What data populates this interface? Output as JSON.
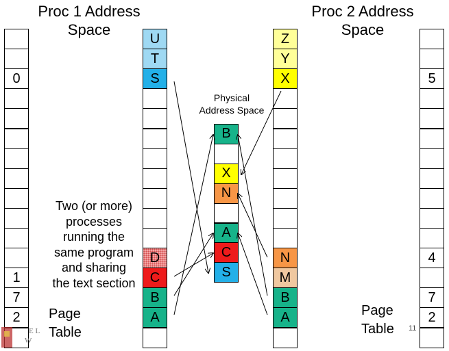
{
  "titles": {
    "proc1": "Proc 1 Address\nSpace",
    "proc2": "Proc 2 Address\nSpace",
    "physical": "Physical\nAddress Space"
  },
  "description": "Two (or more)\nprocesses\nrunning the\nsame program\nand sharing\nthe text section",
  "page_table_label": "Page\nTable",
  "slide_number": "11",
  "colors": {
    "teal": "#17b38a",
    "red": "#ee1b1b",
    "orange": "#f79646",
    "yellow": "#ffff00",
    "light_yellow": "#ffff99",
    "sky": "#23b0e8",
    "light_sky": "#9fd9f3",
    "pink_dotted": "#f4a3a3",
    "tan": "#f0c8a0"
  },
  "proc1_pt": [
    "",
    "",
    "0",
    "",
    "",
    "",
    "",
    "",
    "",
    "",
    "",
    "",
    "1",
    "7",
    "2",
    ""
  ],
  "proc2_pt": [
    "",
    "",
    "5",
    "",
    "",
    "",
    "",
    "",
    "",
    "",
    "",
    "4",
    "",
    "7",
    "2",
    ""
  ],
  "proc1_as": [
    {
      "label": "U",
      "color": "light_sky"
    },
    {
      "label": "T",
      "color": "light_sky"
    },
    {
      "label": "S",
      "color": "sky"
    },
    {
      "label": "",
      "color": ""
    },
    {
      "label": "",
      "color": ""
    },
    {
      "label": "",
      "color": ""
    },
    {
      "label": "",
      "color": ""
    },
    {
      "label": "",
      "color": ""
    },
    {
      "label": "",
      "color": ""
    },
    {
      "label": "",
      "color": ""
    },
    {
      "label": "",
      "color": ""
    },
    {
      "label": "D",
      "color": "pink_dotted"
    },
    {
      "label": "C",
      "color": "red"
    },
    {
      "label": "B",
      "color": "teal"
    },
    {
      "label": "A",
      "color": "teal"
    },
    {
      "label": "",
      "color": ""
    }
  ],
  "proc2_as": [
    {
      "label": "Z",
      "color": "light_yellow"
    },
    {
      "label": "Y",
      "color": "light_yellow"
    },
    {
      "label": "X",
      "color": "yellow"
    },
    {
      "label": "",
      "color": ""
    },
    {
      "label": "",
      "color": ""
    },
    {
      "label": "",
      "color": ""
    },
    {
      "label": "",
      "color": ""
    },
    {
      "label": "",
      "color": ""
    },
    {
      "label": "",
      "color": ""
    },
    {
      "label": "",
      "color": ""
    },
    {
      "label": "",
      "color": ""
    },
    {
      "label": "N",
      "color": "orange"
    },
    {
      "label": "M",
      "color": "tan"
    },
    {
      "label": "B",
      "color": "teal"
    },
    {
      "label": "A",
      "color": "teal"
    },
    {
      "label": "",
      "color": ""
    }
  ],
  "physical": [
    {
      "label": "B",
      "color": "teal"
    },
    {
      "label": "",
      "color": ""
    },
    {
      "label": "X",
      "color": "yellow"
    },
    {
      "label": "N",
      "color": "orange"
    },
    {
      "label": "",
      "color": ""
    },
    {
      "label": "A",
      "color": "teal"
    },
    {
      "label": "C",
      "color": "red"
    },
    {
      "label": "S",
      "color": "sky"
    }
  ]
}
